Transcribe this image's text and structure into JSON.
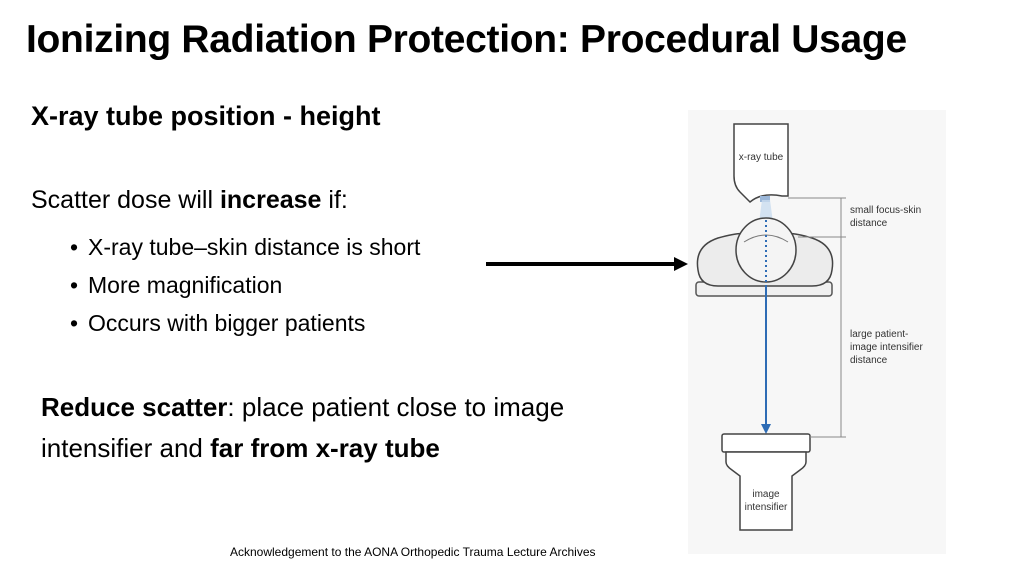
{
  "slide": {
    "title": "Ionizing Radiation Protection: Procedural Usage",
    "subtitle": "X-ray tube position - height",
    "lead": {
      "prefix": "Scatter dose will ",
      "bold": "increase",
      "suffix": " if:"
    },
    "bullets": [
      "X-ray tube–skin distance is short",
      "More magnification",
      "Occurs with bigger patients"
    ],
    "reduce": {
      "bold1": "Reduce scatter",
      "text1": ": place patient close to image intensifier and ",
      "bold2": "far from x-ray tube"
    },
    "acknowledgement": "Acknowledgement to the AONA Orthopedic Trauma Lecture Archives"
  },
  "figure": {
    "xray_tube_label": "x-ray tube",
    "small_distance_label": [
      "small focus-skin",
      "distance"
    ],
    "large_distance_label": [
      "large patient-",
      "image intensifier",
      "distance"
    ],
    "intensifier_label": [
      "image",
      "intensifier"
    ],
    "beam_color": "#2e6cb5"
  }
}
